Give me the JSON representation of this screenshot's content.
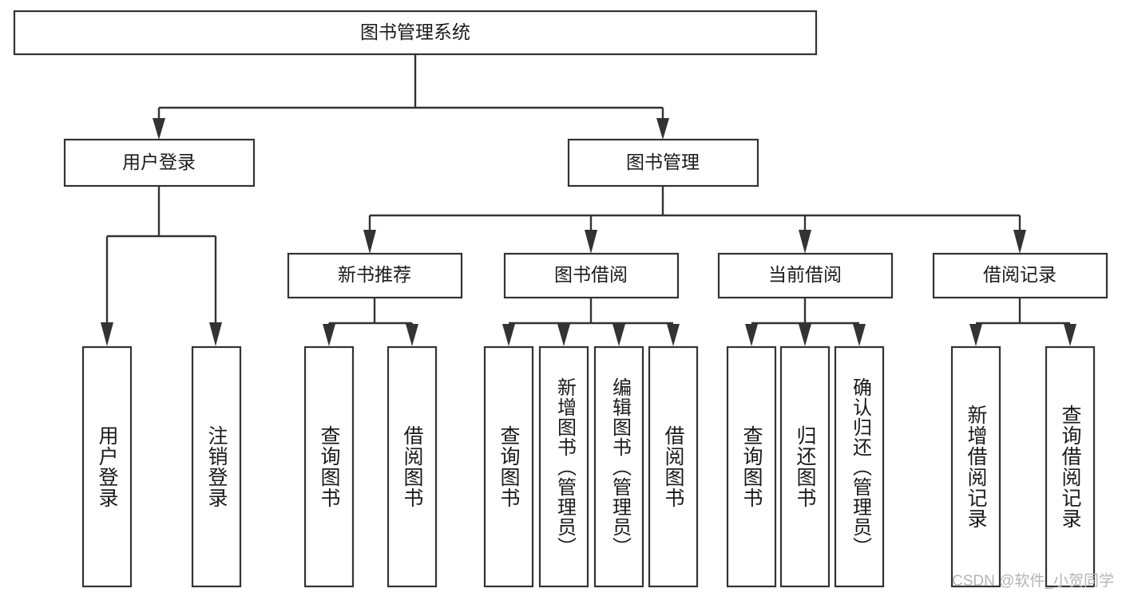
{
  "diagram": {
    "title": "图书管理系统",
    "type": "hierarchy-tree",
    "background_color": "#ffffff",
    "box_stroke_color": "#333333",
    "box_fill_color": "#ffffff",
    "text_color": "#1a1a1a",
    "levels": [
      {
        "level": 1,
        "nodes": [
          {
            "id": "root",
            "label": "图书管理系统",
            "orientation": "horizontal"
          }
        ]
      },
      {
        "level": 2,
        "nodes": [
          {
            "id": "user-login",
            "label": "用户登录",
            "orientation": "horizontal",
            "parent": "root"
          },
          {
            "id": "book-manage",
            "label": "图书管理",
            "orientation": "horizontal",
            "parent": "root"
          }
        ]
      },
      {
        "level": 3,
        "nodes": [
          {
            "id": "new-book-rec",
            "label": "新书推荐",
            "orientation": "horizontal",
            "parent": "book-manage"
          },
          {
            "id": "book-borrow",
            "label": "图书借阅",
            "orientation": "horizontal",
            "parent": "book-manage"
          },
          {
            "id": "current-borrow",
            "label": "当前借阅",
            "orientation": "horizontal",
            "parent": "book-manage"
          },
          {
            "id": "borrow-record",
            "label": "借阅记录",
            "orientation": "horizontal",
            "parent": "book-manage"
          }
        ]
      },
      {
        "level": 4,
        "nodes": [
          {
            "id": "leaf-user-login",
            "label": "用户登录",
            "orientation": "vertical",
            "parent": "user-login"
          },
          {
            "id": "leaf-logout",
            "label": "注销登录",
            "orientation": "vertical",
            "parent": "user-login"
          },
          {
            "id": "leaf-query-book-1",
            "label": "查询图书",
            "orientation": "vertical",
            "parent": "new-book-rec"
          },
          {
            "id": "leaf-borrow-book-1",
            "label": "借阅图书",
            "orientation": "vertical",
            "parent": "new-book-rec"
          },
          {
            "id": "leaf-query-book-2",
            "label": "查询图书",
            "orientation": "vertical",
            "parent": "book-borrow"
          },
          {
            "id": "leaf-add-book",
            "label": "新增图书（管理员）",
            "orientation": "vertical",
            "parent": "book-borrow"
          },
          {
            "id": "leaf-edit-book",
            "label": "编辑图书（管理员）",
            "orientation": "vertical",
            "parent": "book-borrow"
          },
          {
            "id": "leaf-borrow-book-2",
            "label": "借阅图书",
            "orientation": "vertical",
            "parent": "book-borrow"
          },
          {
            "id": "leaf-query-book-3",
            "label": "查询图书",
            "orientation": "vertical",
            "parent": "current-borrow"
          },
          {
            "id": "leaf-return-book",
            "label": "归还图书",
            "orientation": "vertical",
            "parent": "current-borrow"
          },
          {
            "id": "leaf-confirm-return",
            "label": "确认归还（管理员）",
            "orientation": "vertical",
            "parent": "current-borrow"
          },
          {
            "id": "leaf-add-record",
            "label": "新增借阅记录",
            "orientation": "vertical",
            "parent": "borrow-record"
          },
          {
            "id": "leaf-query-record",
            "label": "查询借阅记录",
            "orientation": "vertical",
            "parent": "borrow-record"
          }
        ]
      }
    ]
  },
  "watermark": {
    "text": "CSDN @软件_小贺同学"
  }
}
